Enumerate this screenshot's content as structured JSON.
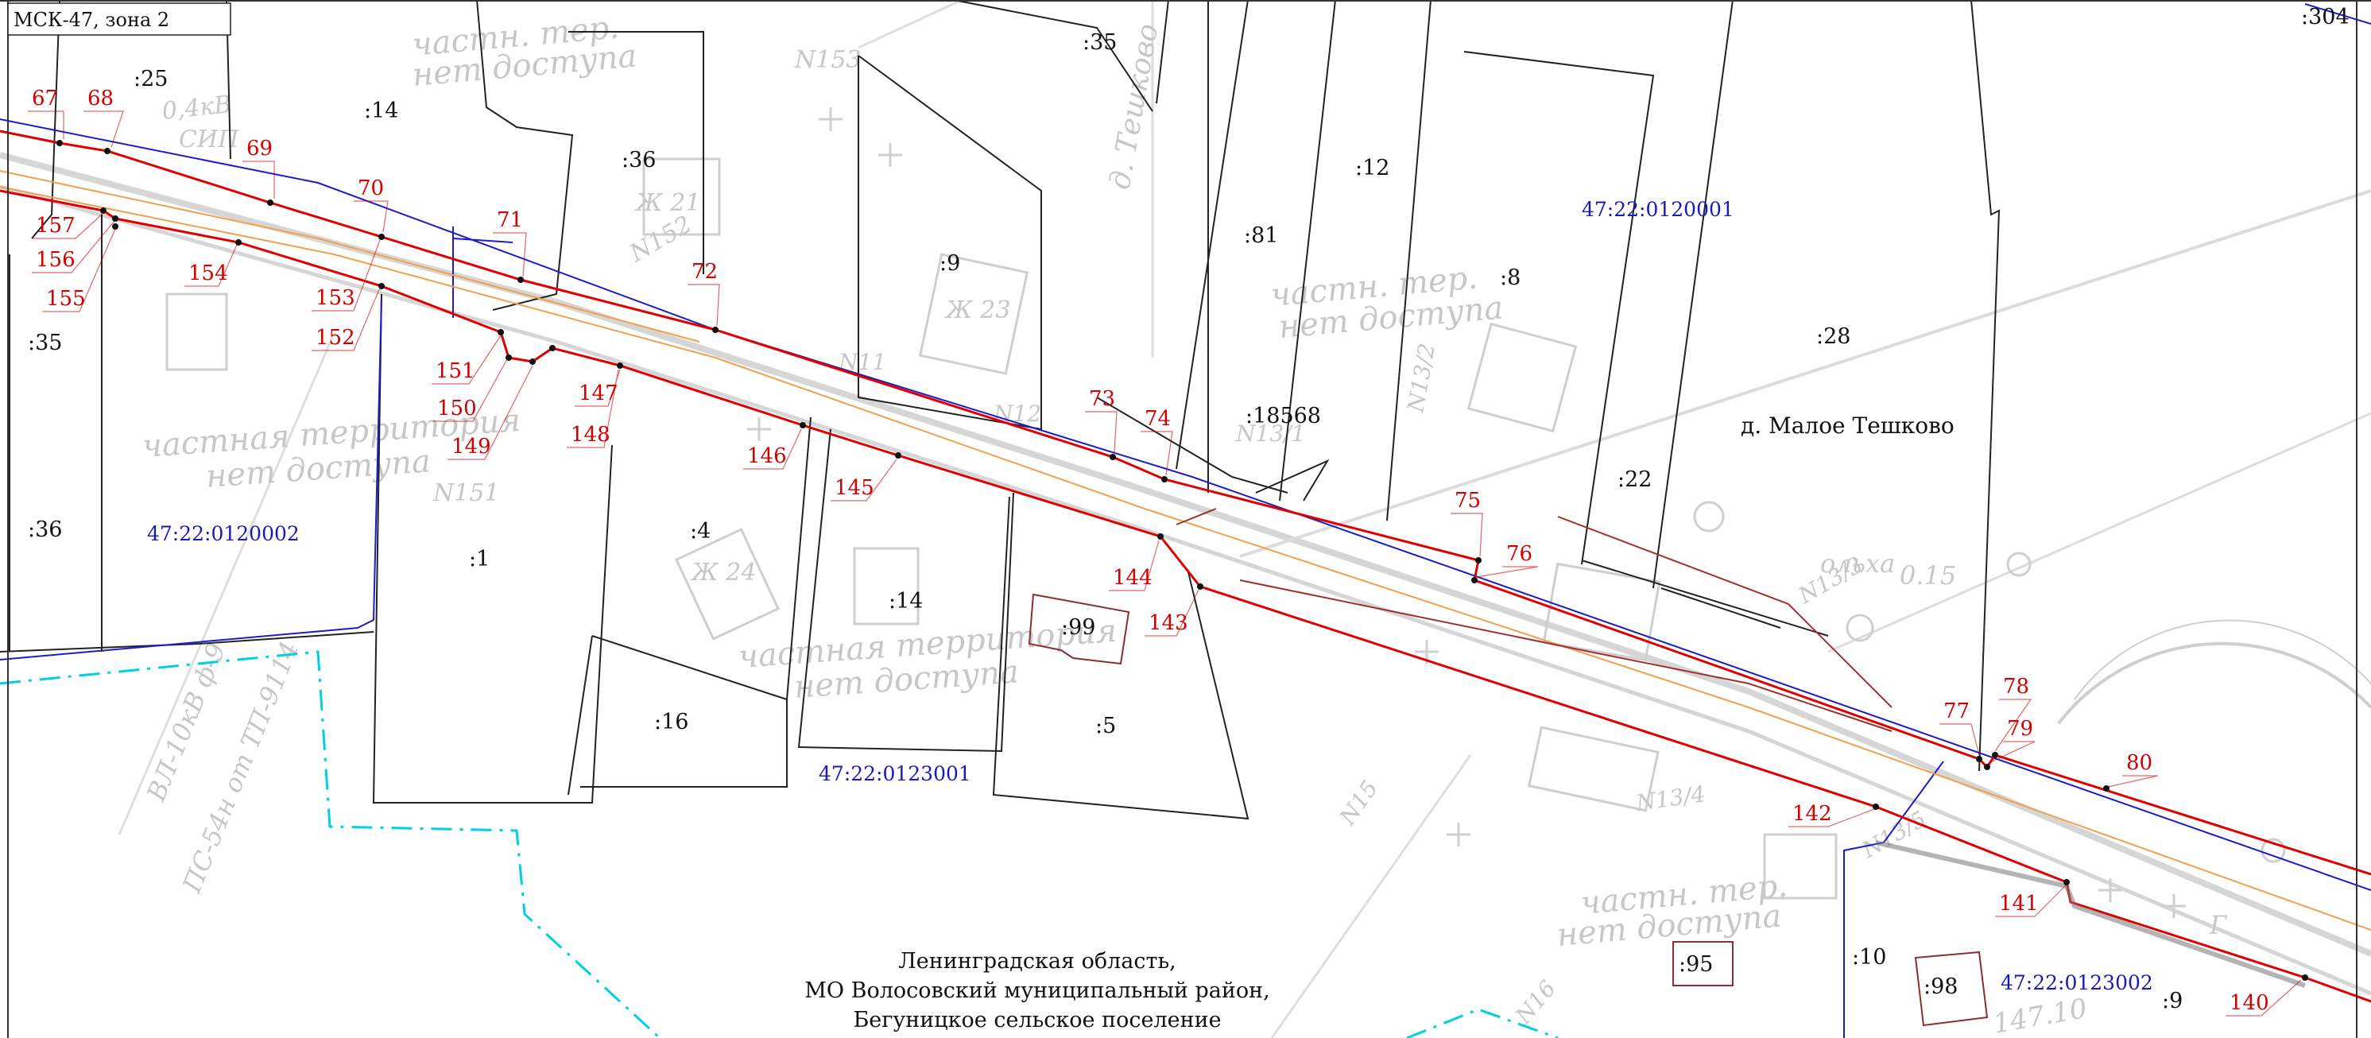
{
  "zone_label": "МСК-47, зона 2",
  "corner_label": ":304",
  "region_caption": {
    "line1": "Ленинградская область,",
    "line2": "МО Волосовский муниципальный район,",
    "line3": "Бегуницкое сельское поселение"
  },
  "settlement_label": "д. Малое Тешково",
  "quarter_labels": [
    "47:22:0120002",
    "47:22:0120001",
    "47:22:0123001",
    "47:22:0123002"
  ],
  "parcel_labels": [
    ":25",
    ":14",
    ":36",
    ":35",
    ":9",
    ":81",
    ":12",
    ":8",
    ":28",
    ":18568",
    ":22",
    ":35",
    ":36",
    ":1",
    ":4",
    ":14",
    ":99",
    ":5",
    ":16",
    ":95",
    ":10",
    ":98",
    ":9"
  ],
  "point_labels": [
    "67",
    "68",
    "69",
    "70",
    "71",
    "72",
    "73",
    "74",
    "75",
    "76",
    "77",
    "78",
    "79",
    "80",
    "140",
    "141",
    "142",
    "143",
    "144",
    "145",
    "146",
    "147",
    "148",
    "149",
    "150",
    "151",
    "152",
    "153",
    "154",
    "155",
    "156",
    "157"
  ],
  "background_labels": [
    "частн. тер.",
    "нет доступа",
    "частная территория",
    "нет доступа",
    "частн. тер.",
    "нет доступа",
    "частная территория",
    "нет доступа",
    "частн. тер.",
    "нет доступа",
    "д. Тешково",
    "0,4кВ",
    "СИП",
    "N153",
    "N152",
    "N151",
    "N13/1",
    "N13/2",
    "N13/3",
    "N13/4",
    "N13/5",
    "N15",
    "N16",
    "N11",
    "N12",
    "Ж 21",
    "Ж 23",
    "Ж 24",
    "ВЛ-10кВ ф-9",
    "ПС-54н от ТП-9114",
    "ольха",
    "0.15",
    "147.10",
    "Г"
  ],
  "colors": {
    "boundary_red": "#e00000",
    "quarter_blue": "#1c1cc8",
    "zone_orange": "#f0a050",
    "cyan_dash": "#00d0e0",
    "parcel_black": "#222222",
    "label_red": "#d40000",
    "background_grey": "#c7c7c7"
  }
}
